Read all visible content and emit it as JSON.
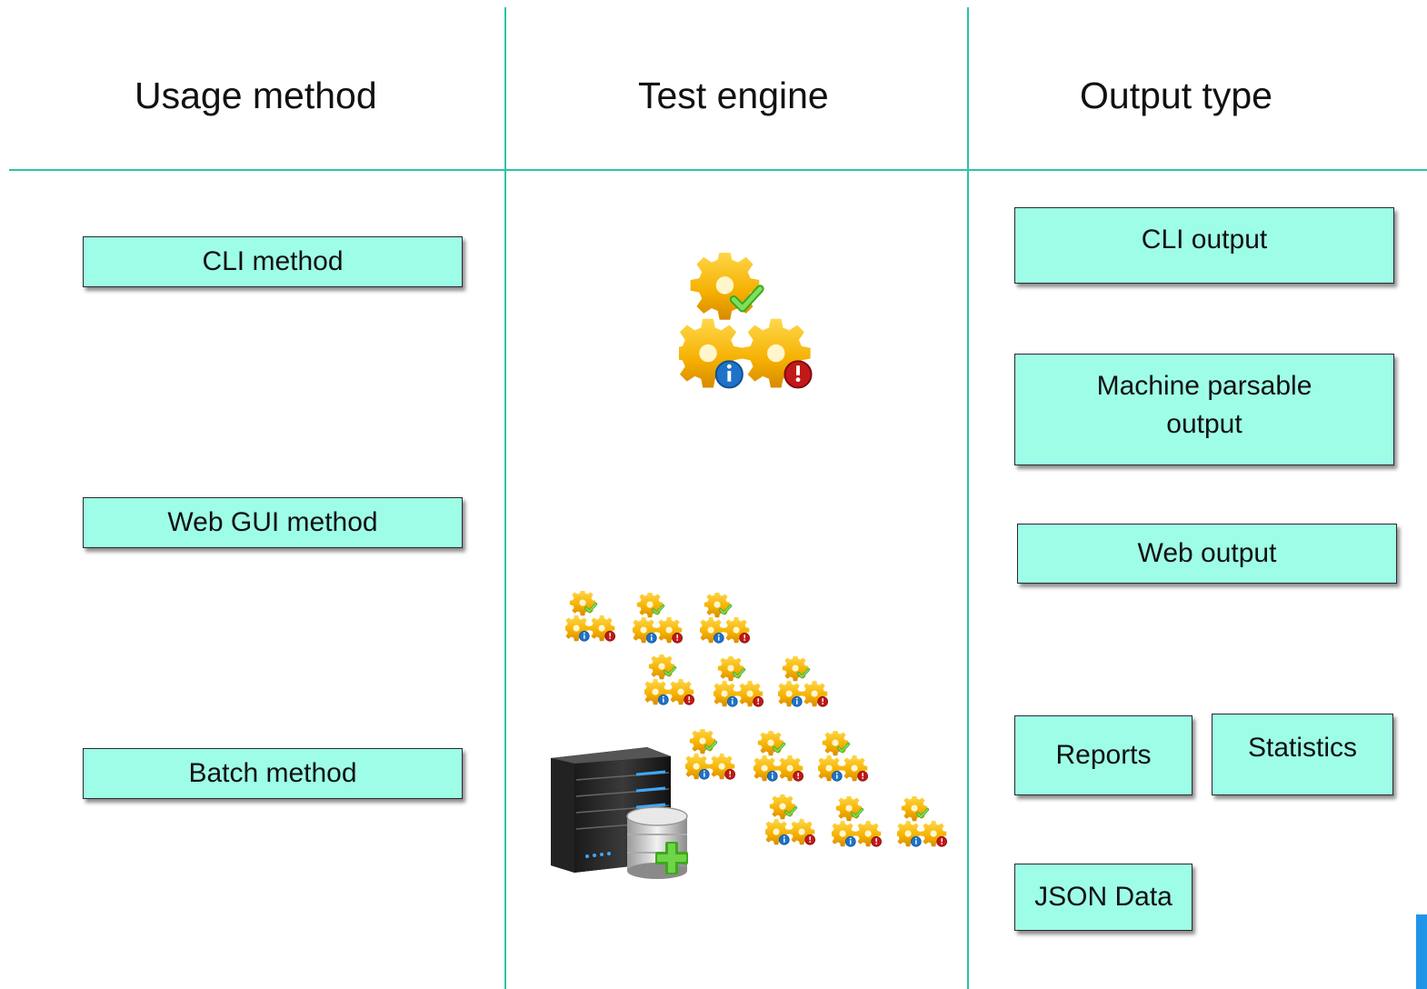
{
  "columns": {
    "usage_title": "Usage method",
    "engine_title": "Test engine",
    "output_title": "Output type"
  },
  "usage": {
    "cli": "CLI method",
    "web": "Web GUI method",
    "batch": "Batch method"
  },
  "output": {
    "cli": "CLI output",
    "machine": "Machine parsable output",
    "web": "Web output",
    "reports": "Reports",
    "statistics": "Statistics",
    "json": "JSON Data"
  },
  "icons": {
    "gear_group": "gear-group-icon",
    "server": "database-server-icon"
  },
  "colors": {
    "accent_line": "#2ec4a6",
    "box_fill": "#9efde7",
    "gear": "#f5b400",
    "check": "#4cc02e",
    "info": "#1e73c8",
    "error": "#c21818"
  }
}
